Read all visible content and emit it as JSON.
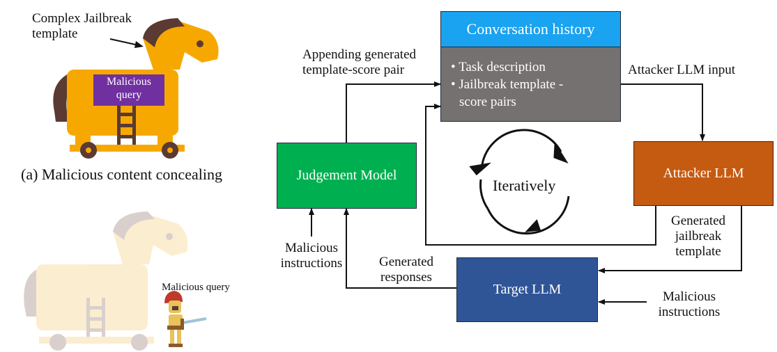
{
  "left": {
    "template_label": "Complex Jailbreak template",
    "template_label_line1": "Complex Jailbreak",
    "template_label_line2": "template",
    "horse_query": "Malicious query",
    "horse_query_line1": "Malicious",
    "horse_query_line2": "query",
    "caption": "(a) Malicious content concealing",
    "soldier_label": "Malicious query"
  },
  "flow": {
    "conversation_title": "Conversation history",
    "conversation_items": [
      "Task description",
      "Jailbreak template -",
      "score pairs"
    ],
    "attacker": "Attacker LLM",
    "judgement": "Judgement Model",
    "target": "Target LLM",
    "loop_label": "Iteratively",
    "edge_append_1": "Appending generated",
    "edge_append_2": "template-score pair",
    "edge_attacker_input": "Attacker LLM input",
    "edge_generated_1": "Generated",
    "edge_generated_2": "jailbreak",
    "edge_generated_3": "template",
    "edge_responses_1": "Generated",
    "edge_responses_2": "responses",
    "edge_mal_left_1": "Malicious",
    "edge_mal_left_2": "instructions",
    "edge_mal_right_1": "Malicious",
    "edge_mal_right_2": "instructions"
  },
  "colors": {
    "conversation_header": "#1aa3f0",
    "conversation_body": "#757170",
    "attacker": "#c55a11",
    "judgement": "#00b050",
    "target": "#2f5597",
    "horse_body": "#f7a800",
    "horse_dark": "#5a3a33",
    "query_box": "#7030a0"
  }
}
